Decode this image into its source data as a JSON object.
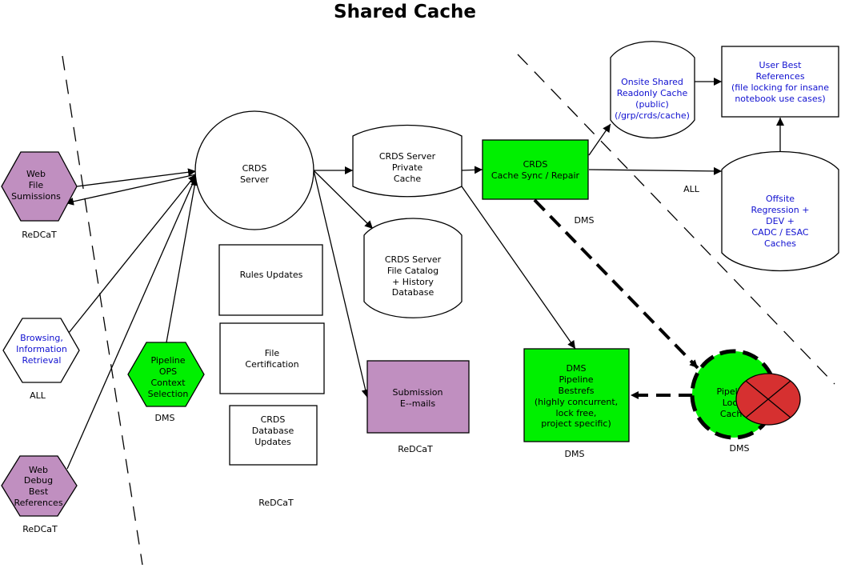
{
  "title": "Shared Cache",
  "nodes": {
    "web_file_submissions": {
      "lines": [
        "Web",
        "File",
        "Sumissions"
      ],
      "caption": "ReDCaT"
    },
    "browsing": {
      "lines": [
        "Browsing,",
        "Information",
        "Retrieval"
      ],
      "caption": "ALL"
    },
    "web_debug": {
      "lines": [
        "Web",
        "Debug",
        "Best",
        "References"
      ],
      "caption": "ReDCaT"
    },
    "pipeline_ops": {
      "lines": [
        "Pipeline",
        "OPS",
        "Context",
        "Selection"
      ],
      "caption": "DMS"
    },
    "crds_server": {
      "lines": [
        "CRDS",
        "Server"
      ]
    },
    "rules_updates": {
      "lines": [
        "Rules Updates"
      ]
    },
    "file_certification": {
      "lines": [
        "File",
        "Certification"
      ]
    },
    "crds_db_updates": {
      "lines": [
        "CRDS",
        "Database",
        "Updates"
      ]
    },
    "group_caption": "ReDCaT",
    "private_cache": {
      "lines": [
        "CRDS Server",
        "Private",
        "Cache"
      ]
    },
    "file_catalog": {
      "lines": [
        "CRDS Server",
        "File Catalog",
        "+ History",
        "Database"
      ]
    },
    "submission_emails": {
      "lines": [
        "Submission",
        "E--mails"
      ],
      "caption": "ReDCaT"
    },
    "cache_sync": {
      "lines": [
        "CRDS",
        "Cache Sync / Repair"
      ],
      "caption": "DMS"
    },
    "onsite_shared": {
      "lines": [
        "Onsite Shared",
        "Readonly Cache",
        "(public)",
        "(/grp/crds/cache)"
      ]
    },
    "user_best_refs": {
      "lines": [
        "User Best",
        "References",
        "(file locking for insane",
        "notebook use cases)"
      ]
    },
    "offsite_regression": {
      "lines": [
        "Offsite",
        "Regression +",
        "DEV +",
        "CADC / ESAC",
        "Caches"
      ]
    },
    "all_label": "ALL",
    "dms_bestrefs": {
      "lines": [
        "DMS",
        "Pipeline",
        "Bestrefs",
        "(highly concurrent,",
        "lock free,",
        "project specific)"
      ],
      "caption": "DMS"
    },
    "pipeline_local": {
      "lines": [
        "Pipeline",
        "Local",
        "Cache"
      ],
      "caption": "DMS"
    }
  },
  "colors": {
    "green": "#00f000",
    "purple": "#c08fc0",
    "blue_text": "#1010d0",
    "red_x": "#d63030"
  },
  "icons": {
    "blocked": "x-circle-icon"
  }
}
